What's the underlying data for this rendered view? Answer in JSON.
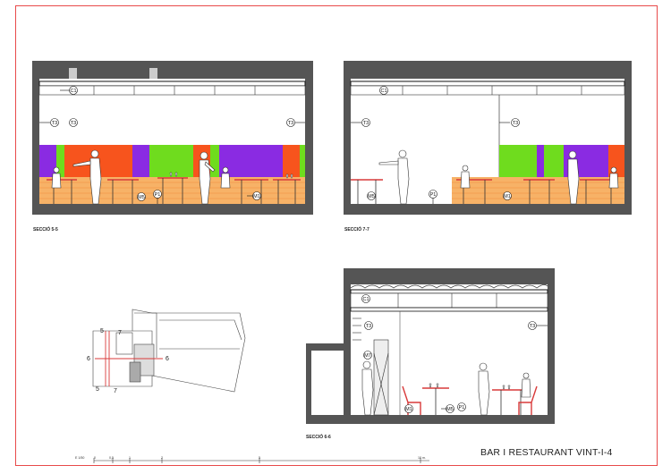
{
  "title": "BAR I RESTAURANT VINT-I-4",
  "sections": {
    "s55": {
      "caption": "SECCIÓ 5-5",
      "tags": {
        "c1": "C1",
        "t3a": "T3",
        "t3b": "T3",
        "t3c": "T3",
        "m5": "M5",
        "p1": "P1",
        "m1": "M1"
      }
    },
    "s77": {
      "caption": "SECCIÓ 7-7",
      "tags": {
        "c1": "C1",
        "t3a": "T3",
        "t3b": "T3",
        "m5": "M5",
        "p1": "P1",
        "m1": "M1"
      }
    },
    "s66": {
      "caption": "SECCIÓ 6-6",
      "tags": {
        "c1": "C1",
        "t3a": "T3",
        "t3b": "T3",
        "m7": "M7",
        "m1": "M1",
        "m5": "M5",
        "p1": "P1"
      }
    }
  },
  "plan": {
    "marks": {
      "n5t": "5",
      "n7t": "7",
      "n6l": "6",
      "n6r": "6",
      "n5b": "5",
      "n7b": "7"
    }
  },
  "scale": {
    "label": "E 1/50",
    "ticks": [
      "0",
      "0,5",
      "1",
      "2",
      "5",
      "10 m."
    ]
  },
  "colors": {
    "wall": "#555555",
    "purple": "#8a2be2",
    "orange": "#f7541d",
    "green": "#6fdc1e",
    "floor": "#f7b267",
    "accent": "#d93a3a",
    "frame": "#e84a4a"
  }
}
